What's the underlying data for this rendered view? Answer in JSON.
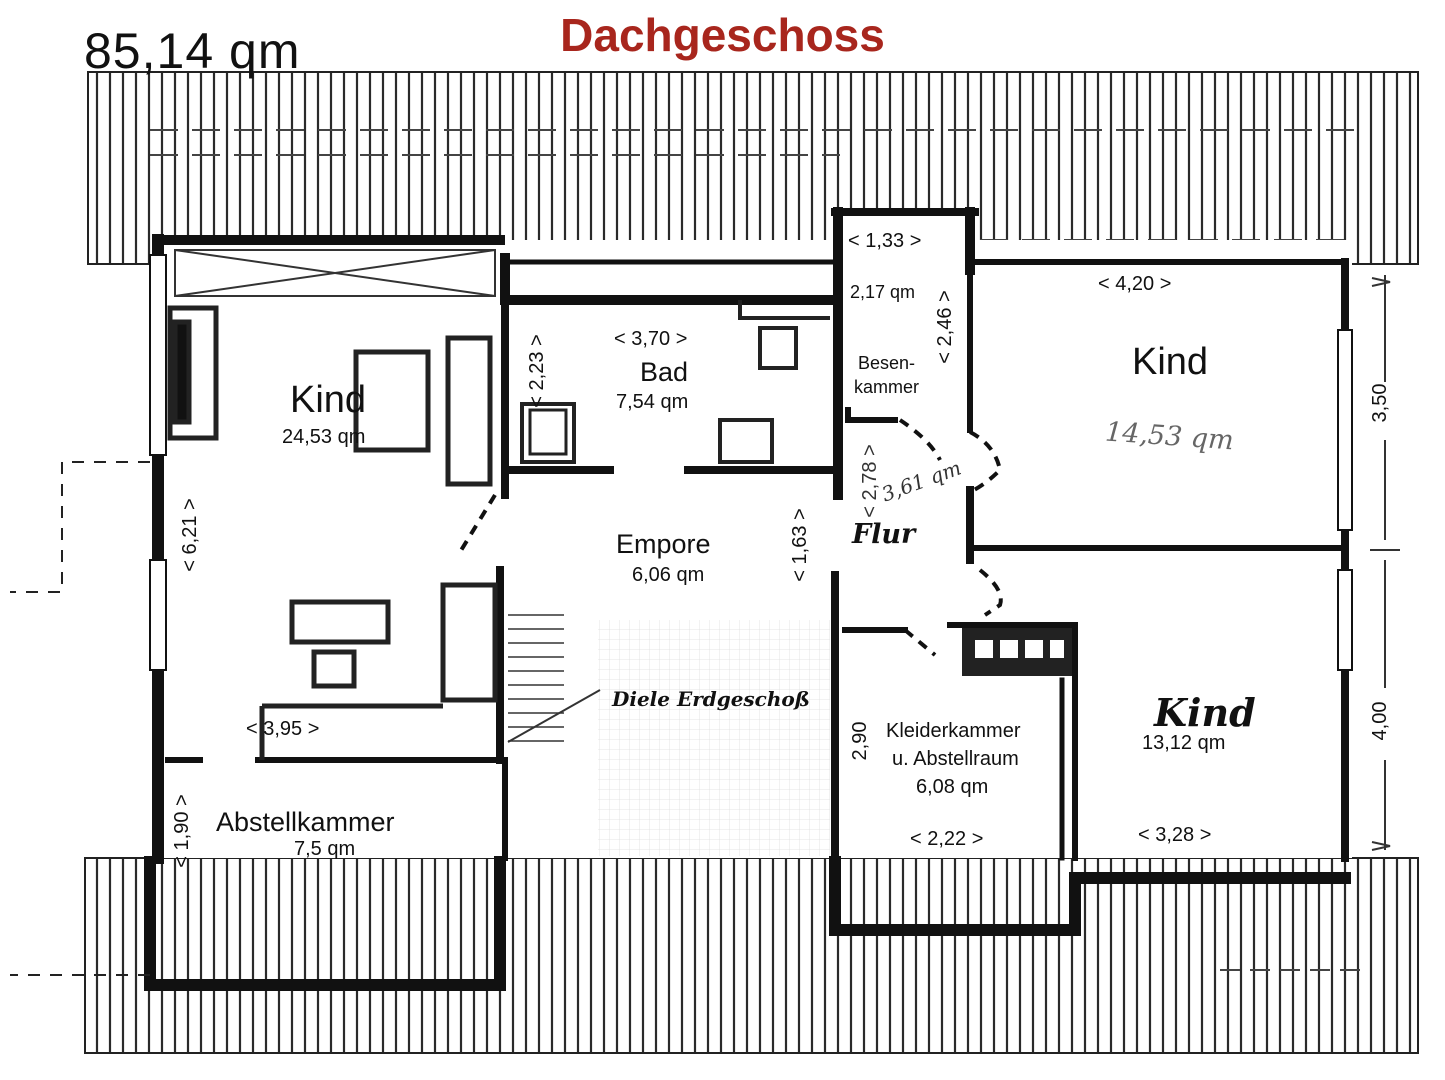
{
  "header": {
    "title": "Dachgeschoss",
    "total_area": "85,14 qm",
    "title_color": "#a8261d"
  },
  "rooms": {
    "kind_left": {
      "name": "Kind",
      "area": "24,53 qm"
    },
    "bad": {
      "name": "Bad",
      "area": "7,54 qm"
    },
    "besenkammer": {
      "name_line1": "Besen-",
      "name_line2": "kammer",
      "area": "2,17 qm"
    },
    "kind_top_right": {
      "name": "Kind",
      "area": "14,53 qm"
    },
    "flur": {
      "name": "Flur",
      "area": "3,61 qm"
    },
    "empore": {
      "name": "Empore",
      "area": "6,06 qm"
    },
    "diele": {
      "name": "Diele Erdgeschoß"
    },
    "kleiderkammer": {
      "name_line1": "Kleiderkammer",
      "name_line2": "u. Abstellraum",
      "area": "6,08 qm"
    },
    "kind_bottom_right": {
      "name": "Kind",
      "area": "13,12 qm"
    },
    "abstellkammer": {
      "name": "Abstellkammer",
      "area": "7,5 qm"
    }
  },
  "dimensions": {
    "besen_width": "< 1,33 >",
    "besen_depth": "< 2,46 >",
    "kind_tr_width": "< 4,20 >",
    "kind_tr_depth": "3,50",
    "bad_width": "< 3,70 >",
    "bad_depth": "< 2,23 >",
    "flur_depth": "< 2,78 >",
    "empore_depth": "< 1,63 >",
    "kind_left_depth": "< 6,21 >",
    "kind_left_width": "< 3,95 >",
    "abstell_depth": "< 1,90 >",
    "kleider_depth": "2,90",
    "kleider_width": "< 2,22 >",
    "kind_br_width": "< 3,28 >",
    "kind_br_depth": "4,00"
  }
}
